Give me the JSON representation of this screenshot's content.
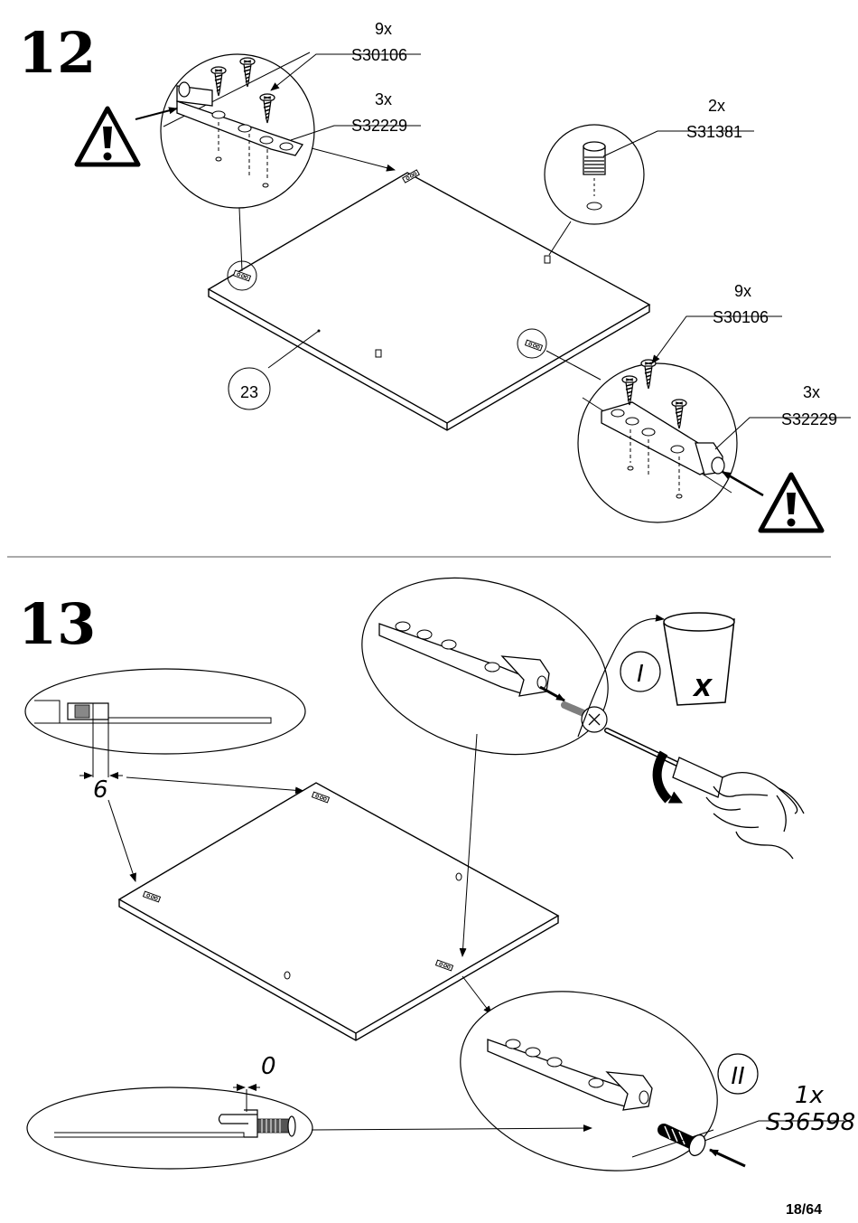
{
  "steps": [
    {
      "number": "12",
      "part_number": "23",
      "callouts": [
        {
          "qty": "9x",
          "code": "S30106"
        },
        {
          "qty": "3x",
          "code": "S32229"
        },
        {
          "qty": "2x",
          "code": "S31381"
        },
        {
          "qty": "9x",
          "code": "S30106"
        },
        {
          "qty": "3x",
          "code": "S32229"
        }
      ]
    },
    {
      "number": "13",
      "dimension_a": "6",
      "dimension_b": "0",
      "phase_1": "I",
      "phase_2": "II",
      "no_mark": "X",
      "screw_callout": {
        "qty": "1x",
        "code": "S36598"
      }
    }
  ],
  "footer": {
    "page": "18/64"
  }
}
